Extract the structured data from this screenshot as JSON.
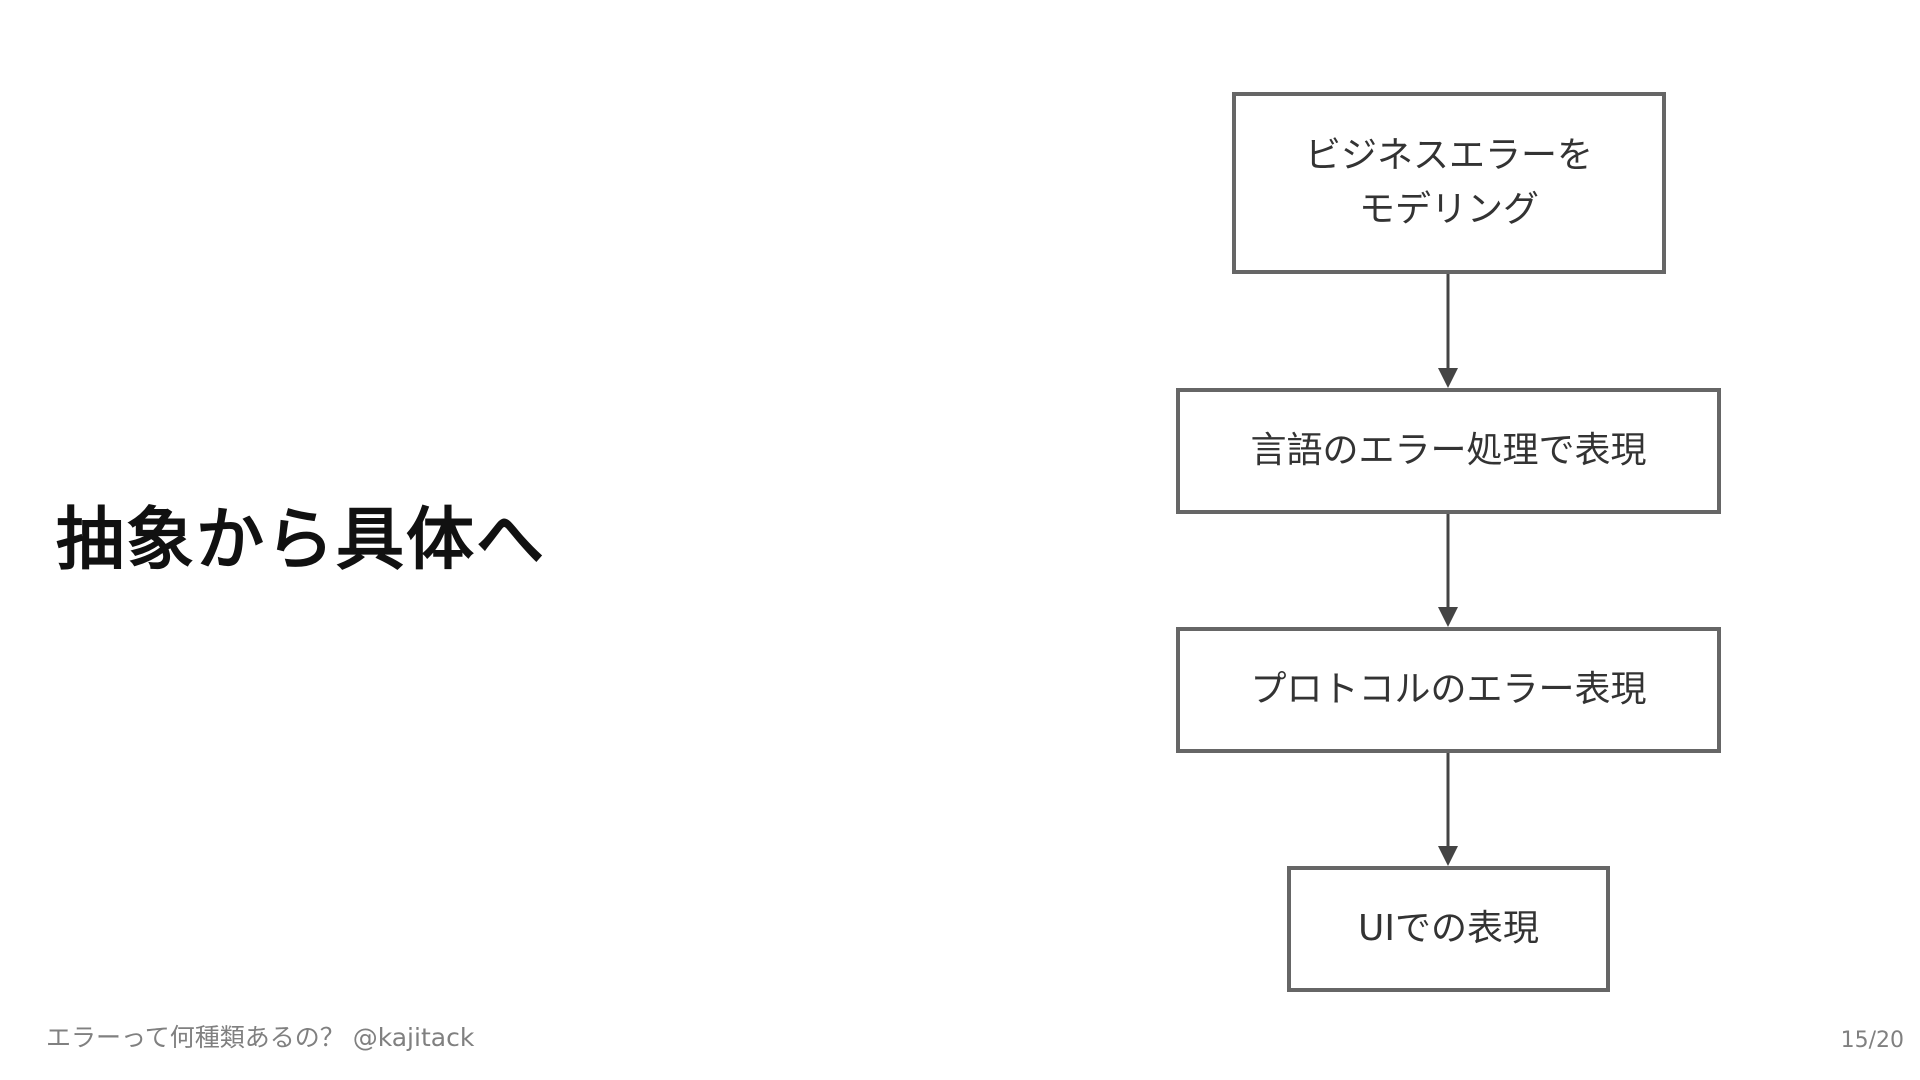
{
  "slide": {
    "title": "抽象から具体へ"
  },
  "flowchart": {
    "nodes": [
      {
        "lines": [
          "ビジネスエラーを",
          "モデリング"
        ]
      },
      {
        "lines": [
          "言語のエラー処理で表現"
        ]
      },
      {
        "lines": [
          "プロトコルのエラー表現"
        ]
      },
      {
        "lines": [
          "UIでの表現"
        ]
      }
    ]
  },
  "footer": {
    "deck_title": "エラーって何種類あるの？ @kajitack",
    "page_number": "15/20"
  },
  "colors": {
    "node_border": "#666666",
    "arrow": "#444444",
    "footer_text": "#808080"
  }
}
